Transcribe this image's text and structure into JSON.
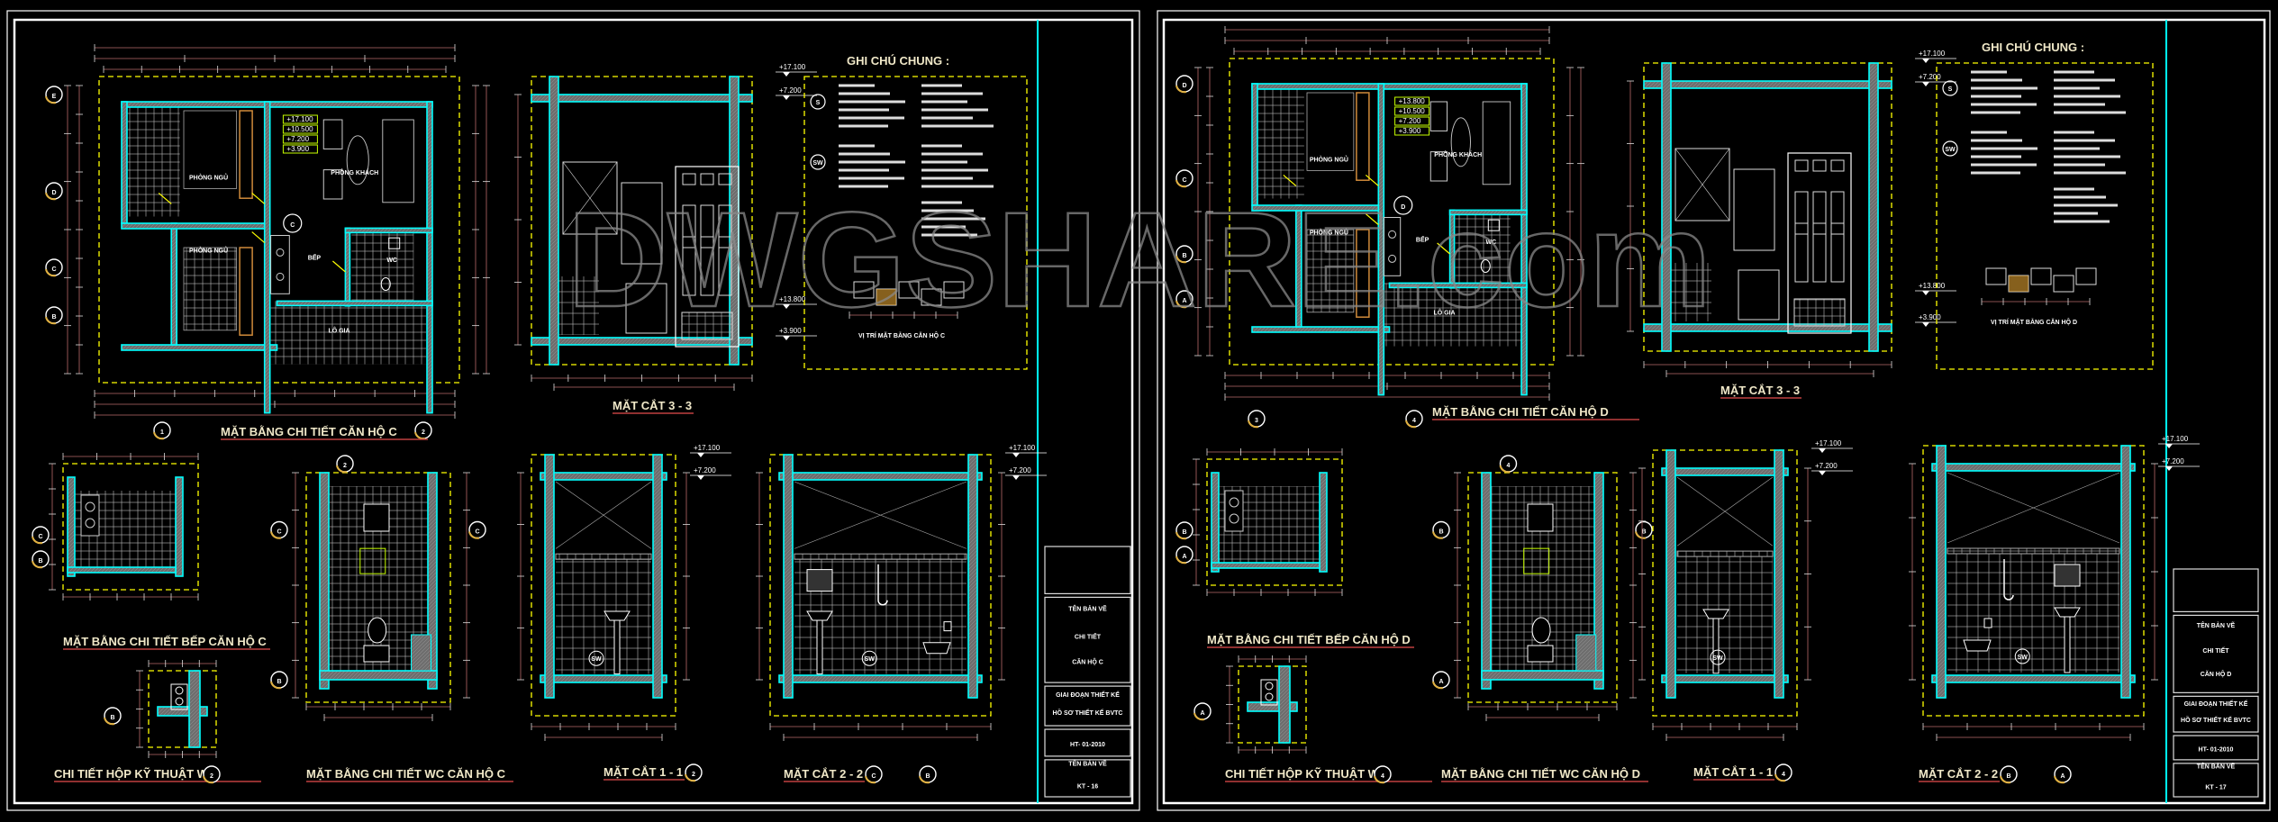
{
  "watermark": "DWGSHARE.com",
  "sheets": [
    {
      "id": "C",
      "titles": {
        "plan": "MẶT BẰNG CHI TIẾT CĂN HỘ C",
        "section_33": "MẶT CẮT 3 - 3",
        "kitchen": "MẶT BẰNG CHI TIẾT BẾP CĂN HỘ C",
        "tech_box": "CHI TIẾT HỘP KỸ THUẬT WC",
        "wc": "MẶT BẰNG CHI TIẾT WC CĂN HỘ C",
        "section_11": "MẶT CẮT 1 - 1",
        "section_22": "MẶT CẮT 2 - 2"
      },
      "notes": {
        "heading": "GHI CHÚ CHUNG :",
        "key_s": "S",
        "key_sw": "SW",
        "key_plan": "VỊ TRÍ MẶT BẰNG CĂN HỘ C"
      },
      "grid": {
        "cols": [
          "1",
          "2"
        ],
        "rows": [
          "E",
          "D",
          "C",
          "B"
        ]
      },
      "rooms": {
        "bed1": "PHÒNG NGỦ",
        "bed2": "PHÒNG NGỦ",
        "living": "PHÒNG KHÁCH",
        "kitchen": "BẾP",
        "loggia": "LÔ GIA",
        "wc": "WC",
        "tag": "C"
      },
      "levels": [
        "+17.100",
        "+10.500",
        "+7.200",
        "+3.900"
      ],
      "section_levels": {
        "top": "+17.100",
        "top_b": "+7.200",
        "bot": "+13.800",
        "bot_b": "+3.900"
      },
      "title_block": {
        "name_label": "TÊN BẢN VẼ",
        "name_line1": "CHI TIẾT",
        "name_line2": "CĂN HỘ C",
        "stage_label": "GIAI ĐOẠN THIẾT KẾ",
        "stage": "HỒ SƠ THIẾT KẾ BVTC",
        "project_code": "HT- 01-2010",
        "sheet_label": "TÊN BẢN VẼ",
        "sheet_no": "KT - 16"
      }
    },
    {
      "id": "D",
      "titles": {
        "plan": "MẶT BẰNG CHI TIẾT CĂN HỘ D",
        "section_33": "MẶT CẮT 3 - 3",
        "kitchen": "MẶT BẰNG CHI TIẾT BẾP CĂN HỘ D",
        "tech_box": "CHI TIẾT HỘP KỸ THUẬT WC",
        "wc": "MẶT BẰNG CHI TIẾT WC CĂN HỘ D",
        "section_11": "MẶT CẮT 1 - 1",
        "section_22": "MẶT CẮT 2 - 2"
      },
      "notes": {
        "heading": "GHI CHÚ CHUNG :",
        "key_s": "S",
        "key_sw": "SW",
        "key_plan": "VỊ TRÍ MẶT BẰNG CĂN HỘ D"
      },
      "grid": {
        "cols": [
          "3",
          "4"
        ],
        "rows": [
          "D",
          "C",
          "B",
          "A"
        ]
      },
      "rooms": {
        "bed1": "PHÒNG NGỦ",
        "bed2": "PHÒNG NGỦ",
        "living": "PHÒNG KHÁCH",
        "kitchen": "BẾP",
        "loggia": "LÔ GIA",
        "wc": "WC",
        "tag": "D"
      },
      "levels": [
        "+13.800",
        "+10.500",
        "+7.200",
        "+3.900"
      ],
      "section_levels": {
        "top": "+17.100",
        "top_b": "+7.200",
        "bot": "+13.800",
        "bot_b": "+3.900"
      },
      "title_block": {
        "name_label": "TÊN BẢN VẼ",
        "name_line1": "CHI TIẾT",
        "name_line2": "CĂN HỘ D",
        "stage_label": "GIAI ĐOẠN THIẾT KẾ",
        "stage": "HỒ SƠ THIẾT KẾ BVTC",
        "project_code": "HT- 01-2010",
        "sheet_label": "TÊN BẢN VẼ",
        "sheet_no": "KT - 17"
      }
    }
  ],
  "colors": {
    "wall": "#00ffff",
    "hatch": "#7a7a7a",
    "dashed": "#ffff00",
    "dim": "#b86a6a",
    "title": "#f0e8c8",
    "wardrobe": "#d08a3a",
    "level_tag": "#c8ff00"
  }
}
